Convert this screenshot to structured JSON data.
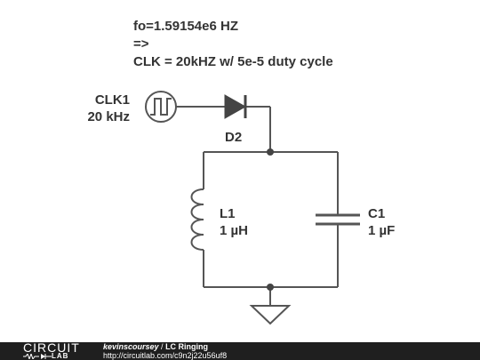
{
  "notes": [
    "fo=1.59154e6 HZ",
    "=>",
    "CLK = 20kHZ w/ 5e-5 duty cycle"
  ],
  "components": {
    "clk": {
      "name": "CLK1",
      "value": "20 kHz"
    },
    "diode": {
      "name": "D2"
    },
    "inductor": {
      "name": "L1",
      "value": "1 µH"
    },
    "capacitor": {
      "name": "C1",
      "value": "1 µF"
    }
  },
  "footer": {
    "logo_top": "CIRCUIT",
    "logo_bottom": "LAB",
    "author": "kevinscoursey",
    "separator": " / ",
    "title": "LC Ringing",
    "url": "http://circuitlab.com/c9n2j22u56uf8"
  },
  "colors": {
    "wire": "#555555",
    "text": "#333333",
    "footer_bg": "#1f1f1f"
  }
}
